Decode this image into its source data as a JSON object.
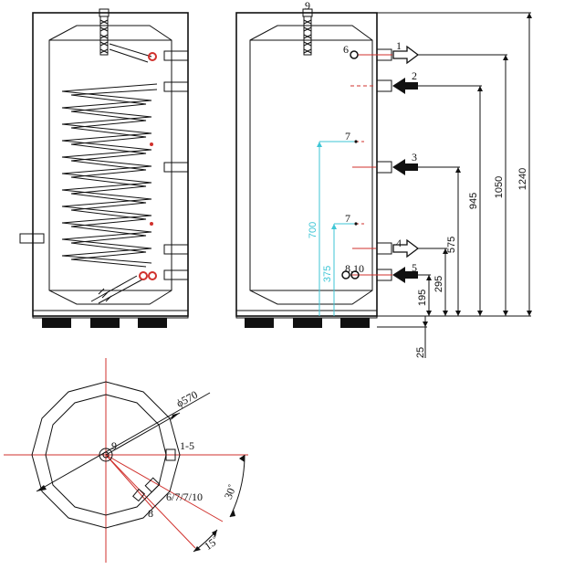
{
  "colors": {
    "line": "#111111",
    "red": "#d0312d",
    "cyan": "#3ec6d6"
  },
  "labels": {
    "top_port": "9",
    "ports_right": [
      "1",
      "2",
      "3",
      "4",
      "5"
    ],
    "sensor_6": "6",
    "sensor_7a": "7",
    "sensor_7b": "7",
    "sensor_8_10": "8,10"
  },
  "dimensions": {
    "h1240": "1240",
    "h1050": "1050",
    "h945": "945",
    "h575": "575",
    "h295": "295",
    "h195": "195",
    "h25": "25",
    "c700": "700",
    "c375": "375"
  },
  "plan": {
    "diameter": "ϕ570",
    "center": "9",
    "ports_1_5": "1-5",
    "ports_6_10": "6/7/7/10",
    "port_8": "8",
    "angle_30": "30˚",
    "angle_15": "15˚"
  }
}
